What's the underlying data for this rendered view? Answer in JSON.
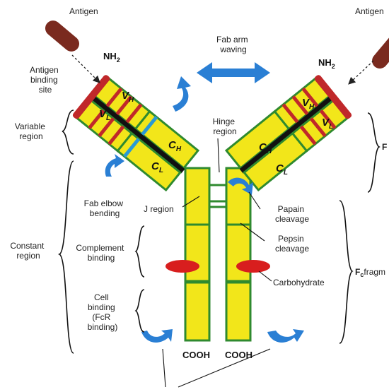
{
  "labels": {
    "antigen_left": "Antigen",
    "antigen_right": "Antigen",
    "nh2_left": "NH",
    "nh2_right": "NH",
    "nh2_sub": "2",
    "antigen_binding_site": [
      "Antigen",
      "binding",
      "site"
    ],
    "fab_arm_waving": [
      "Fab arm",
      "waving"
    ],
    "variable_region": [
      "Variable",
      "region"
    ],
    "constant_region": [
      "Constant",
      "region"
    ],
    "hinge_region": [
      "Hinge",
      "region"
    ],
    "fab_elbow_bending": [
      "Fab elbow",
      "bending"
    ],
    "j_region": "J region",
    "papain_cleavage": [
      "Papain",
      "cleavage"
    ],
    "pepsin_cleavage": [
      "Pepsin",
      "cleavage"
    ],
    "complement_binding": [
      "Complement",
      "binding"
    ],
    "carbohydrate": "Carbohydrate",
    "cell_binding": [
      "Cell",
      "binding",
      "(FcR",
      "binding)"
    ],
    "cooh_left": "COOH",
    "cooh_right": "COOH",
    "fc_fragment": "fragm",
    "fc_prefix": "F",
    "fc_sub": "c",
    "fab_partial": "F"
  },
  "domains": {
    "vl_left": "V",
    "vl_left_sub": "L",
    "vh_left": "V",
    "vh_left_sub": "H",
    "ch_left": "C",
    "ch_left_sub": "H",
    "cl_left": "C",
    "cl_left_sub": "L",
    "vh_right": "V",
    "vh_right_sub": "H",
    "vl_right": "V",
    "vl_right_sub": "L",
    "ch_right": "C",
    "ch_right_sub": "H",
    "cl_right": "C",
    "cl_right_sub": "L"
  },
  "colors": {
    "chain_fill": "#f2e61a",
    "domain_border": "#2f8a2f",
    "antigen_fill": "#7a2a1f",
    "hypervariable": "#c0282a",
    "carbohydrate": "#d81e1e",
    "arrow_blue": "#2a7fd4",
    "bracket": "#111111"
  }
}
